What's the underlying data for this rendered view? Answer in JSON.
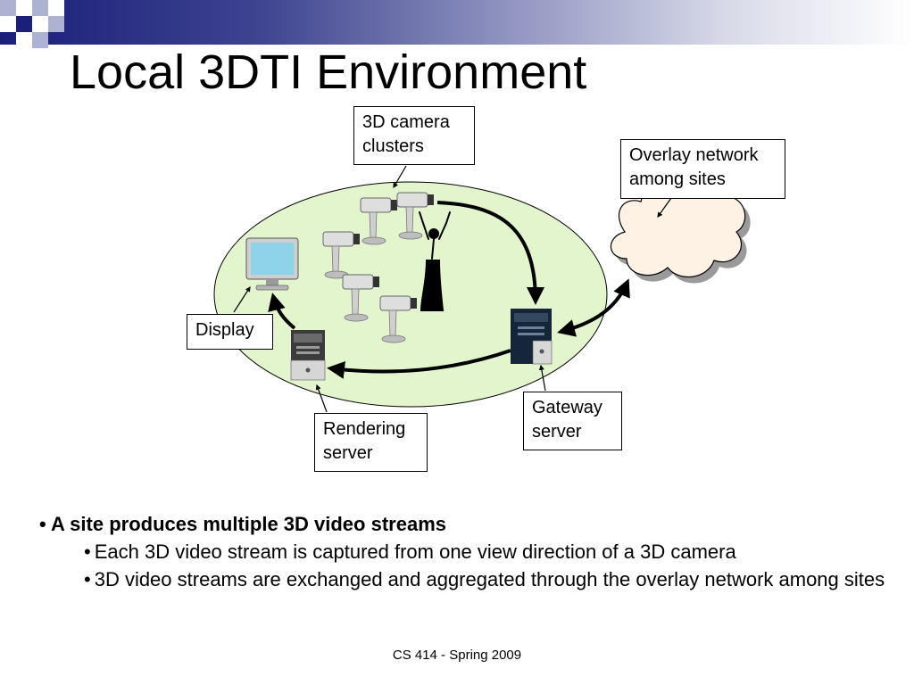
{
  "title": "Local 3DTI Environment",
  "diagram": {
    "labels": {
      "camera_clusters": [
        "3D camera",
        "clusters"
      ],
      "overlay_network": [
        "Overlay network",
        "among sites"
      ],
      "display": [
        "Display"
      ],
      "rendering_server": [
        "Rendering",
        "server"
      ],
      "gateway_server": [
        "Gateway",
        "server"
      ]
    },
    "colors": {
      "site_area": "#e2f5cd",
      "cloud": "#fdf2e4",
      "monitor_screen": "#8fd3ea"
    }
  },
  "bullets": [
    {
      "text": "A site produces multiple 3D video streams",
      "level": 1
    },
    {
      "text": "Each 3D video stream is captured from one view direction of a 3D camera",
      "level": 2
    },
    {
      "text": "3D video streams are exchanged and aggregated through the overlay network among sites",
      "level": 2
    }
  ],
  "footer": "CS 414 - Spring 2009"
}
